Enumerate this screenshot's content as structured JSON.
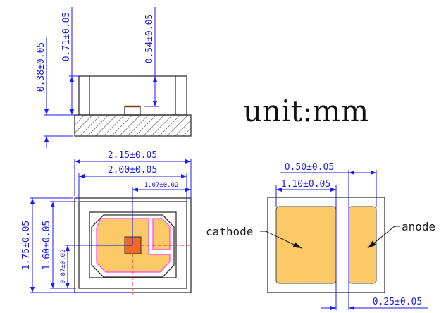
{
  "unit_label": "unit:mm",
  "side_view": {
    "total_height": "0.38±0.05",
    "body_height": "0.71±0.05",
    "chip_depth": "0.54±0.05"
  },
  "top_view": {
    "outer_width": "2.15±0.05",
    "inner_width": "2.00±0.05",
    "chip_offset_x": "1.07±0.02",
    "outer_height": "1.75±0.05",
    "inner_height": "1.60±0.05",
    "chip_offset_y": "0.87±0.02"
  },
  "bottom_view": {
    "anode_width": "0.50±0.05",
    "cathode_width": "1.10±0.05",
    "pad_gap": "0.25±0.05",
    "cathode_label": "cathode",
    "anode_label": "anode"
  },
  "colors": {
    "pad": "#fbc966",
    "chip": "#f06a22",
    "pad_outline": "#ff40ff",
    "dimension": "#2020e0"
  }
}
